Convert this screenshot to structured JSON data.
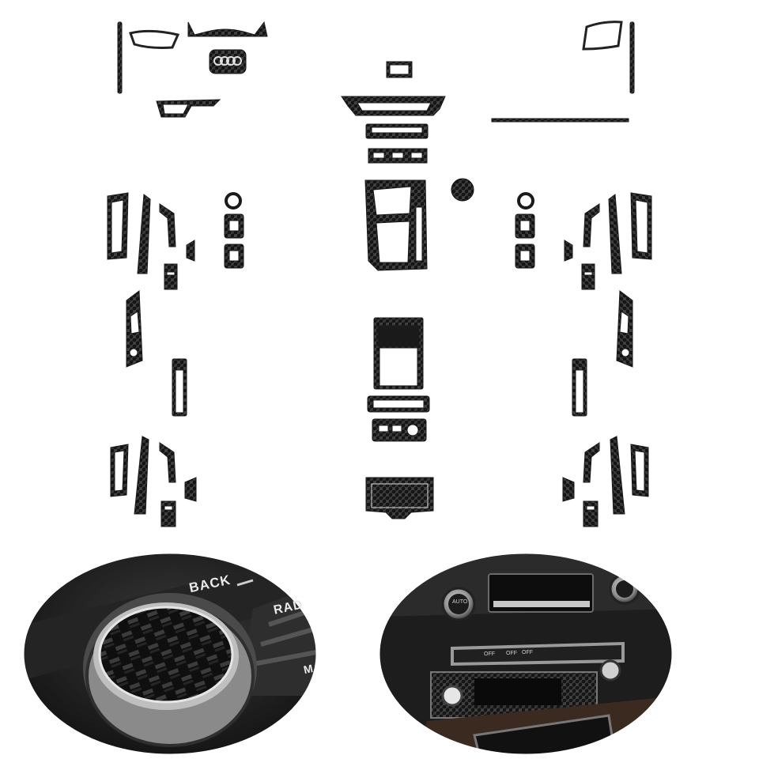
{
  "photo_left": {
    "labels": {
      "back": "BACK",
      "radio": "RAD",
      "media": "M"
    }
  },
  "photo_right": {
    "buttons": {
      "auto": "AUTO",
      "off1": "OFF",
      "off2": "OFF",
      "off3": "OFF"
    }
  },
  "colors": {
    "carbon_dark": "#141414",
    "carbon_light": "#3a3a3a",
    "chrome": "#d9d9d9",
    "background": "#ffffff"
  }
}
